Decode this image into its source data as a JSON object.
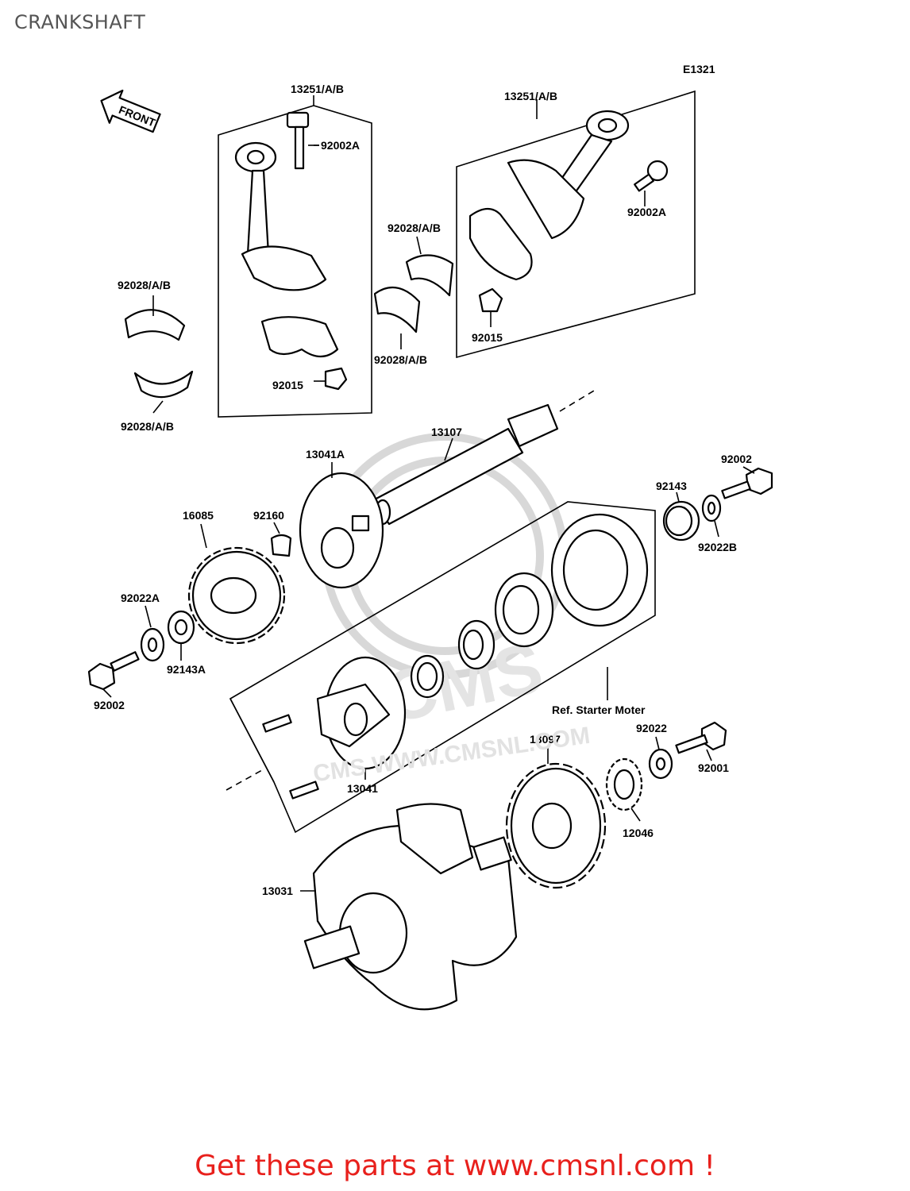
{
  "page": {
    "title": "CRANKSHAFT",
    "figure_code": "E1321",
    "footer": "Get these parts at www.cmsnl.com !"
  },
  "diagram": {
    "front_label": "FRONT",
    "ref_note": "Ref. Starter Moter",
    "watermark": "CMS  WWW.CMSNL.COM",
    "callouts": {
      "con_rod_left": "13251/A/B",
      "con_rod_right": "13251/A/B",
      "bolt_left": "92002A",
      "bolt_right": "92002A",
      "bearing_center_top": "92028/A/B",
      "bearing_center_bottom": "92028/A/B",
      "bearing_left_top": "92028/A/B",
      "bearing_left_bottom": "92028/A/B",
      "nut_left": "92015",
      "nut_right": "92015",
      "shaft": "13107",
      "clutch_hub": "13041A",
      "key": "92160",
      "sprocket": "16085",
      "washer_a": "92022A",
      "spacer_a": "92143A",
      "bolt_lower_left": "92002",
      "bolt_right_top": "92002",
      "spacer": "92143",
      "washer_b": "92022B",
      "one_way_clutch": "13041",
      "gear": "13097",
      "washer": "92022",
      "bolt_lower_right": "92001",
      "small_gear": "12046",
      "crankshaft": "13031"
    }
  }
}
